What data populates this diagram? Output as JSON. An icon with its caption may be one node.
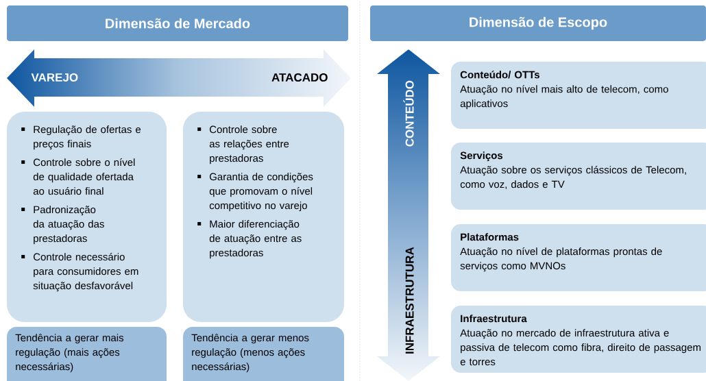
{
  "diagram": {
    "nodes": [
      {
        "text": [
          "Dimensão de Mercado"
        ]
      },
      {
        "text": [
          "Dimensão de Escopo"
        ]
      },
      {
        "text": [
          "VAREJO",
          "ATACADO"
        ]
      },
      {
        "text": [
          "Regulação de ofertas e preços finais",
          "Controle sobre o nível de qualidade ofertada ao usuário final",
          "Padronização da atuação das prestadoras",
          "Controle necessário para consumidores em situação desfavorável"
        ]
      },
      {
        "text": [
          "Controle sobre as relações entre prestadoras",
          "Garantia de condições que promovam o nível competitivo no varejo",
          "Maior diferenciação de atuação entre as prestadoras"
        ]
      },
      {
        "text": [
          "Tendência a gerar mais regulação (mais ações necessárias)"
        ]
      },
      {
        "text": [
          "Tendência a gerar menos regulação (menos ações necessárias)"
        ]
      },
      {
        "text": [
          "CONTEÚDO",
          "INFRAESTRUTURA"
        ]
      },
      {
        "text": [
          "Conteúdo/ OTTs",
          "Atuação no nível mais alto de telecom, como aplicativos"
        ]
      },
      {
        "text": [
          "Serviços",
          "Atuação sobre os serviços clássicos de Telecom, como voz, dados e TV"
        ]
      },
      {
        "text": [
          "Plataformas",
          "Atuação no nível de plataformas prontas de serviços como MVNOs"
        ]
      },
      {
        "text": [
          "Infraestrutura",
          "Atuação no mercado de infraestrutura ativa e passiva de telecom como fibra, direito de passagem e torres"
        ]
      }
    ]
  }
}
